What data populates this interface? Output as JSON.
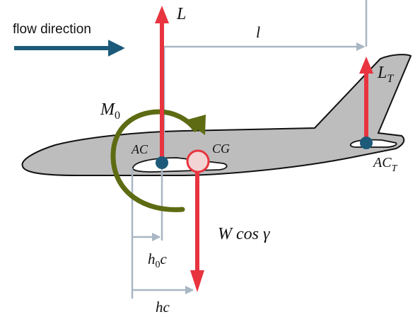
{
  "labels": {
    "flow_direction": "flow direction",
    "lift": "L",
    "arm": "l",
    "tail_lift_main": "L",
    "tail_lift_sub": "T",
    "moment_main": "M",
    "moment_sub": "0",
    "ac": "AC",
    "cg": "CG",
    "tail_ac_main": "AC",
    "tail_ac_sub": "T",
    "weight": "W cos γ",
    "h0c_h": "h",
    "h0c_sub": "0",
    "h0c_c": "c",
    "hc": "hc"
  },
  "colors": {
    "flow_arrow": "#1d5a7a",
    "force_arrow": "#e8343f",
    "moment_arrow": "#5e6b12",
    "aircraft_fill": "#bdbdbd",
    "aircraft_outline": "#111111",
    "wing_fill": "#ffffff",
    "ac_point": "#1d5a7a",
    "cg_point_fill": "#f3d4d4",
    "cg_point_outline": "#e8343f",
    "dimension_line": "#a9b6c4"
  },
  "icons": {
    "flow": "flow-direction-arrow",
    "moment": "curved-moment-arrow"
  }
}
